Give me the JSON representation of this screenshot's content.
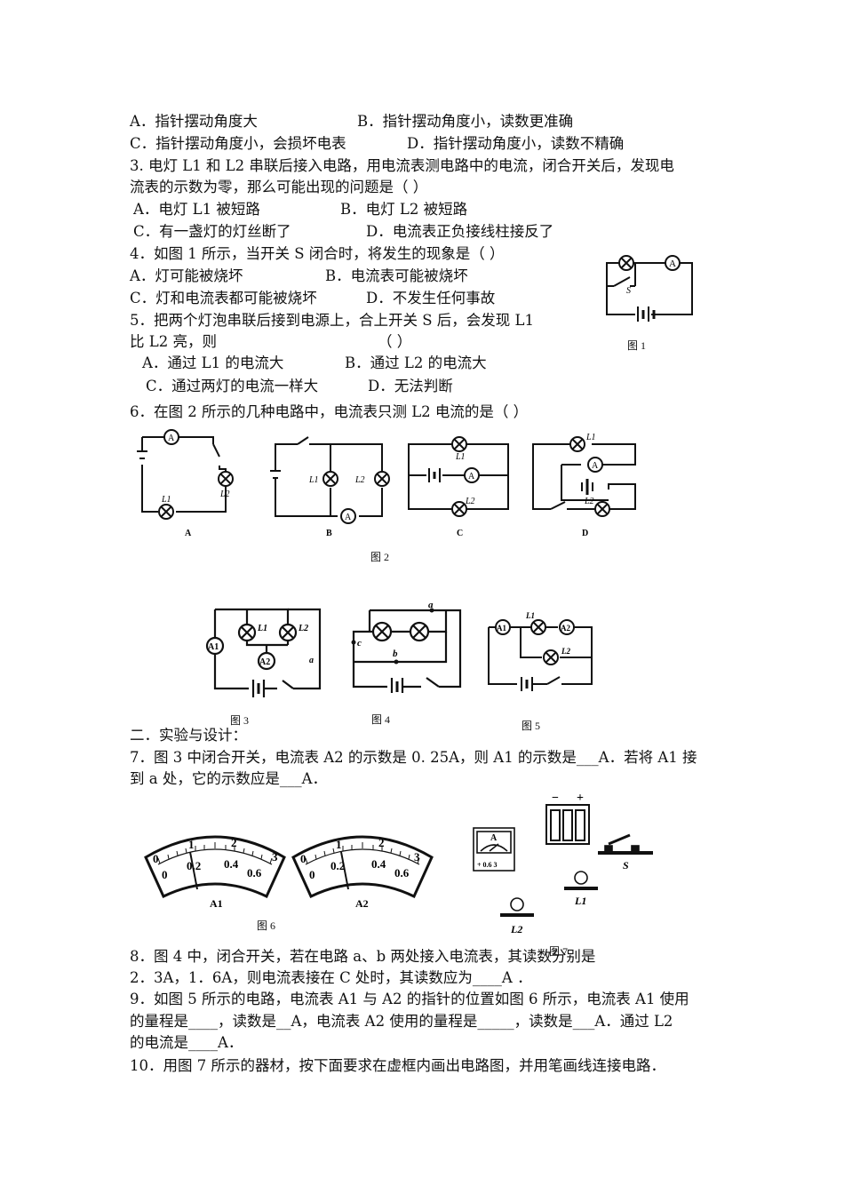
{
  "q_prev_options": {
    "A": "A．指针摆动角度大",
    "B": "B．指针摆动角度小，读数更准确",
    "C": "C．指针摆动角度小，会损坏电表",
    "D": "D．指针摆动角度小，读数不精确"
  },
  "q3": {
    "line1": "3. 电灯 L1 和 L2 串联后接入电路，用电流表测电路中的电流，闭合开关后，发现电",
    "line2": "流表的示数为零，那么可能出现的问题是（    ）",
    "A": "A．电灯 L1 被短路",
    "B": "B．电灯 L2 被短路",
    "C": "C．有一盏灯的灯丝断了",
    "D": "D．电流表正负接线柱接反了"
  },
  "q4": {
    "stem": "4．如图 1 所示，当开关 S 闭合时，将发生的现象是（    ）",
    "A": "A．灯可能被烧坏",
    "B": "B．电流表可能被烧坏",
    "C": "C．灯和电流表都可能被烧坏",
    "D": "D．不发生任何事故"
  },
  "q5": {
    "line1": "5．把两个灯泡串联后接到电源上，合上开关 S 后，会发现 L1",
    "line2": "比 L2 亮，则",
    "bracket": "（    ）",
    "A": "A．通过 L1 的电流大",
    "B": "B．通过 L2 的电流大",
    "C": "C．通过两灯的电流一样大",
    "D": "D．无法判断"
  },
  "q6": {
    "stem": "6．在图 2 所示的几种电路中，电流表只测 L2 电流的是（    ）"
  },
  "captions": {
    "fig1": "图 1",
    "fig2": "图 2",
    "fig3": "图 3",
    "fig4": "图 4",
    "fig5": "图 5",
    "fig6": "图 6",
    "fig7": "图 7"
  },
  "fig_labels": {
    "A": "A",
    "B": "B",
    "C": "C",
    "D": "D",
    "S": "S",
    "L1": "L1",
    "L2": "L2",
    "A1": "A1",
    "A2": "A2",
    "a": "a",
    "b": "b",
    "c": "c",
    "meter_A": "A",
    "meter_ranges": "+ 0.6 3",
    "scale": [
      "0",
      "1",
      "2",
      "3",
      "0.2",
      "0.4",
      "0.6"
    ],
    "minus": "−",
    "plus": "+"
  },
  "section2": {
    "heading": "二．实验与设计："
  },
  "q7": {
    "line1": "7．图 3 中闭合开关，电流表 A2 的示数是 0. 25A，则 A1 的示数是___A．若将 A1 接",
    "line2": "到 a 处，它的示数应是___A．"
  },
  "q8": {
    "line1": "8．图 4 中，闭合开关，若在电路 a、b 两处接入电流表，其读数分别是",
    "line2": "2．3A，1．6A，则电流表接在 C 处时，其读数应为____A ．"
  },
  "q9": {
    "line1": "9．如图 5 所示的电路，电流表 A1 与 A2 的指针的位置如图 6 所示，电流表 A1 使用",
    "line2": "的量程是____，读数是__A，电流表 A2 使用的量程是_____，读数是___A．通过 L2",
    "line3": "的电流是____A．"
  },
  "q10": {
    "line1": "10．用图 7 所示的器材，按下面要求在虚框内画出电路图，并用笔画线连接电路．"
  }
}
